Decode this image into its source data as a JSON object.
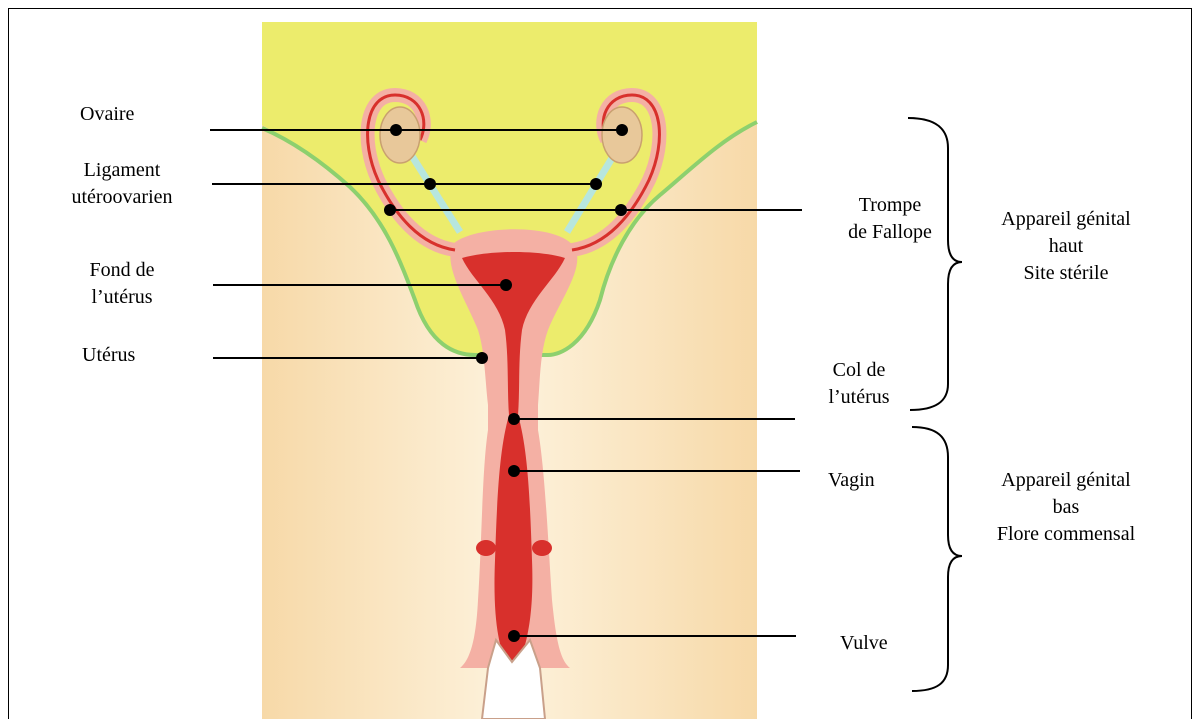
{
  "labels": {
    "ovaire": "Ovaire",
    "ligament": "Ligament\nutéroovarien",
    "fond": "Fond de\nl’utérus",
    "uterus": "Utérus",
    "trompe": "Trompe\nde Fallope",
    "col": "Col de\nl’utérus",
    "vagin": "Vagin",
    "vulve": "Vulve"
  },
  "groups": {
    "upper": "Appareil génital\nhaut\nSite stérile",
    "lower": "Appareil génital\nbas\nFlore commensal"
  },
  "colors": {
    "background_top": "#ecec6c",
    "skin": "#f8dcae",
    "peritoneum_outline": "#8dd06e",
    "uterus_wall": "#f4b0a4",
    "uterus_cavity": "#d8302c",
    "ovary": "#e8c89a",
    "ligament": "#b7e6de"
  }
}
